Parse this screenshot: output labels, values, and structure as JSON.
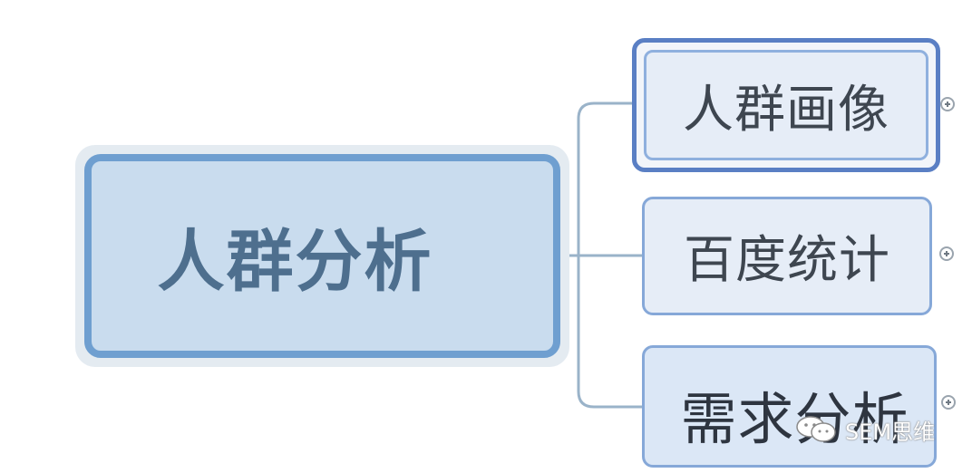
{
  "mindmap": {
    "root": {
      "label": "人群分析"
    },
    "children": [
      {
        "label": "人群画像",
        "selected": true
      },
      {
        "label": "百度统计",
        "selected": false
      },
      {
        "label": "需求分析",
        "selected": false
      }
    ]
  },
  "watermark": {
    "text": "SEM思维",
    "icon": "wechat-icon"
  },
  "colors": {
    "root_border": "#6f9fd0",
    "root_fill": "#c9dcee",
    "child_border": "#86a8d8",
    "selected_border": "#5a7fc4",
    "connector": "#9ab3c9"
  }
}
